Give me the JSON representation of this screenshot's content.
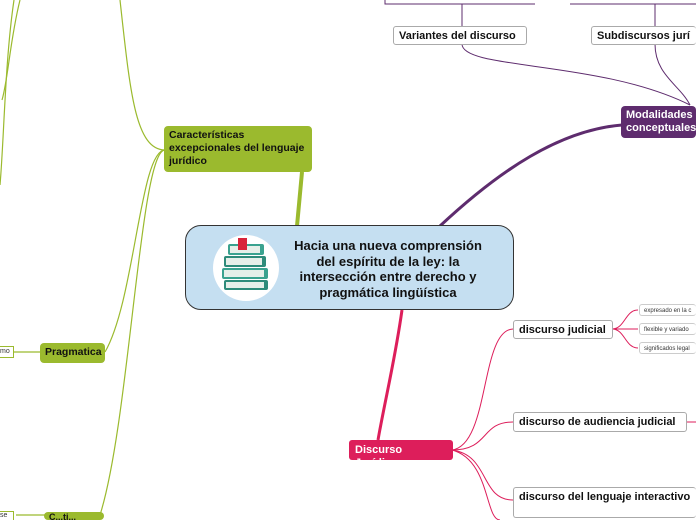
{
  "central": {
    "title": "Hacia una nueva comprensión del espíritu de la ley: la intersección entre derecho y pragmática lingüística",
    "icon": "books-icon"
  },
  "branches": {
    "caracteristicas": {
      "label": "Características excepcionales del lenguaje jurídico"
    },
    "pragmatica": {
      "label": "Pragmatica"
    },
    "pragmatica_child": {
      "label": "mo"
    },
    "bottom_left": {
      "label": "C...ti..."
    },
    "bottom_left_child": {
      "label": "se"
    },
    "modalidades": {
      "label": "Modalidades conceptuales"
    },
    "variantes": {
      "label": "Variantes del discurso"
    },
    "subdiscursos": {
      "label": "Subdiscursos jurí"
    },
    "discurso_juridico": {
      "label": "Discurso Jurídico"
    },
    "discurso_judicial": {
      "label": "discurso judicial",
      "children": [
        "expresado en la c",
        "flexible y variado",
        "significados legal"
      ]
    },
    "discurso_audiencia": {
      "label": "discurso de audiencia judicial"
    },
    "discurso_interactivo": {
      "label": "discurso del lenguaje interactivo"
    }
  },
  "colors": {
    "green": "#9bba2e",
    "purple": "#5e2c6e",
    "pink": "#dd1e5b",
    "central_bg": "#c5dff1"
  }
}
